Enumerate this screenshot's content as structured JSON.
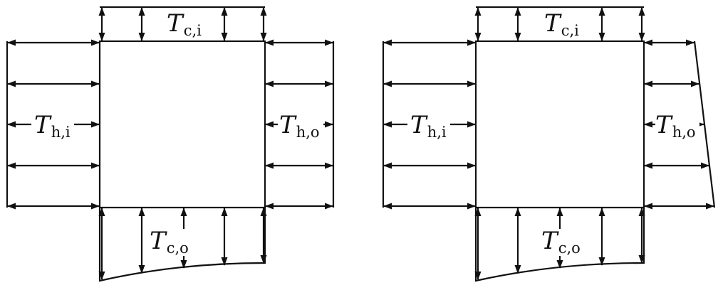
{
  "colors": {
    "line": "#111111",
    "background": "#ffffff"
  },
  "diagrams": [
    {
      "labels": {
        "cold_inlet": {
          "symbol": "T",
          "subscript": "c,i"
        },
        "hot_inlet": {
          "symbol": "T",
          "subscript": "h,i"
        },
        "hot_outlet": {
          "symbol": "T",
          "subscript": "h,o"
        },
        "cold_outlet": {
          "symbol": "T",
          "subscript": "c,o"
        }
      }
    },
    {
      "labels": {
        "cold_inlet": {
          "symbol": "T",
          "subscript": "c,i"
        },
        "hot_inlet": {
          "symbol": "T",
          "subscript": "h,i"
        },
        "hot_outlet": {
          "symbol": "T",
          "subscript": "h,o"
        },
        "cold_outlet": {
          "symbol": "T",
          "subscript": "c,o"
        }
      }
    }
  ]
}
